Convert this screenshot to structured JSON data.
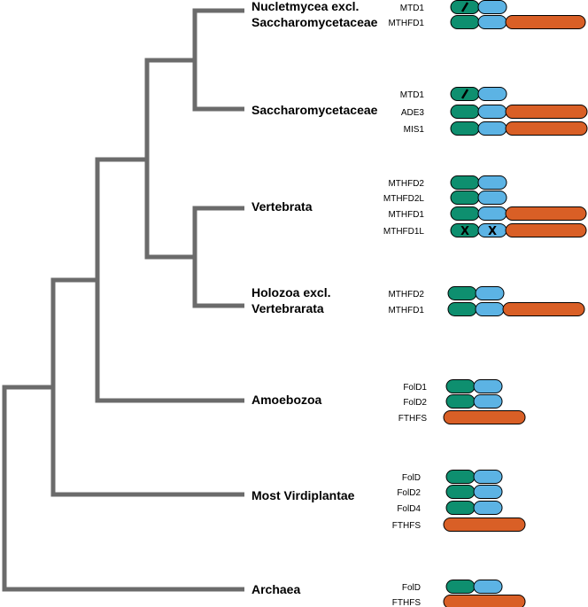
{
  "colors": {
    "branch": "#6b6b6b",
    "green": "#0e8f6f",
    "blue": "#5cb3e4",
    "orange": "#d95f26",
    "outline": "#000000"
  },
  "clades": [
    {
      "id": "nucletmycea",
      "lines": [
        "Nucletmycea excl.",
        "Saccharomycetaceae"
      ]
    },
    {
      "id": "saccharomycetaceae",
      "lines": [
        "Saccharomycetaceae"
      ]
    },
    {
      "id": "vertebrata",
      "lines": [
        "Vertebrata"
      ]
    },
    {
      "id": "holozoa",
      "lines": [
        "Holozoa excl.",
        "Vertebrarata"
      ]
    },
    {
      "id": "amoebozoa",
      "lines": [
        "Amoebozoa"
      ]
    },
    {
      "id": "virdiplantae",
      "lines": [
        "Most Virdiplantae"
      ]
    },
    {
      "id": "archaea",
      "lines": [
        "Archaea"
      ]
    }
  ],
  "genes": [
    {
      "name": "MTD1",
      "clade": "nucletmycea",
      "domains": [
        "green",
        "blue"
      ],
      "marks": [
        "slash",
        ""
      ]
    },
    {
      "name": "MTHFD1",
      "clade": "nucletmycea",
      "domains": [
        "green",
        "blue",
        "orange"
      ],
      "marks": [
        "",
        "",
        ""
      ]
    },
    {
      "name": "MTD1",
      "clade": "saccharomycetaceae",
      "domains": [
        "green",
        "blue"
      ],
      "marks": [
        "slash",
        ""
      ]
    },
    {
      "name": "ADE3",
      "clade": "saccharomycetaceae",
      "domains": [
        "green",
        "blue",
        "orange"
      ],
      "marks": [
        "",
        "",
        ""
      ]
    },
    {
      "name": "MIS1",
      "clade": "saccharomycetaceae",
      "domains": [
        "green",
        "blue",
        "orange"
      ],
      "marks": [
        "",
        "",
        ""
      ]
    },
    {
      "name": "MTHFD2",
      "clade": "vertebrata",
      "domains": [
        "green",
        "blue"
      ],
      "marks": [
        "",
        ""
      ]
    },
    {
      "name": "MTHFD2L",
      "clade": "vertebrata",
      "domains": [
        "green",
        "blue"
      ],
      "marks": [
        "",
        ""
      ]
    },
    {
      "name": "MTHFD1",
      "clade": "vertebrata",
      "domains": [
        "green",
        "blue",
        "orange"
      ],
      "marks": [
        "",
        "",
        ""
      ]
    },
    {
      "name": "MTHFD1L",
      "clade": "vertebrata",
      "domains": [
        "green",
        "blue",
        "orange"
      ],
      "marks": [
        "X",
        "X",
        ""
      ]
    },
    {
      "name": "MTHFD2",
      "clade": "holozoa",
      "domains": [
        "green",
        "blue"
      ],
      "marks": [
        "",
        ""
      ]
    },
    {
      "name": "MTHFD1",
      "clade": "holozoa",
      "domains": [
        "green",
        "blue",
        "orange"
      ],
      "marks": [
        "",
        "",
        ""
      ]
    },
    {
      "name": "FolD1",
      "clade": "amoebozoa",
      "domains": [
        "green",
        "blue"
      ],
      "marks": [
        "",
        ""
      ]
    },
    {
      "name": "FolD2",
      "clade": "amoebozoa",
      "domains": [
        "green",
        "blue"
      ],
      "marks": [
        "",
        ""
      ]
    },
    {
      "name": "FTHFS",
      "clade": "amoebozoa",
      "domains": [
        "orange"
      ],
      "marks": [
        ""
      ]
    },
    {
      "name": "FolD",
      "clade": "virdiplantae",
      "domains": [
        "green",
        "blue"
      ],
      "marks": [
        "",
        ""
      ]
    },
    {
      "name": "FolD2",
      "clade": "virdiplantae",
      "domains": [
        "green",
        "blue"
      ],
      "marks": [
        "",
        ""
      ]
    },
    {
      "name": "FolD4",
      "clade": "virdiplantae",
      "domains": [
        "green",
        "blue"
      ],
      "marks": [
        "",
        ""
      ]
    },
    {
      "name": "FTHFS",
      "clade": "virdiplantae",
      "domains": [
        "orange"
      ],
      "marks": [
        ""
      ]
    },
    {
      "name": "FolD",
      "clade": "archaea",
      "domains": [
        "green",
        "blue"
      ],
      "marks": [
        "",
        ""
      ]
    },
    {
      "name": "FTHFS",
      "clade": "archaea",
      "domains": [
        "orange"
      ],
      "marks": [
        ""
      ]
    }
  ]
}
